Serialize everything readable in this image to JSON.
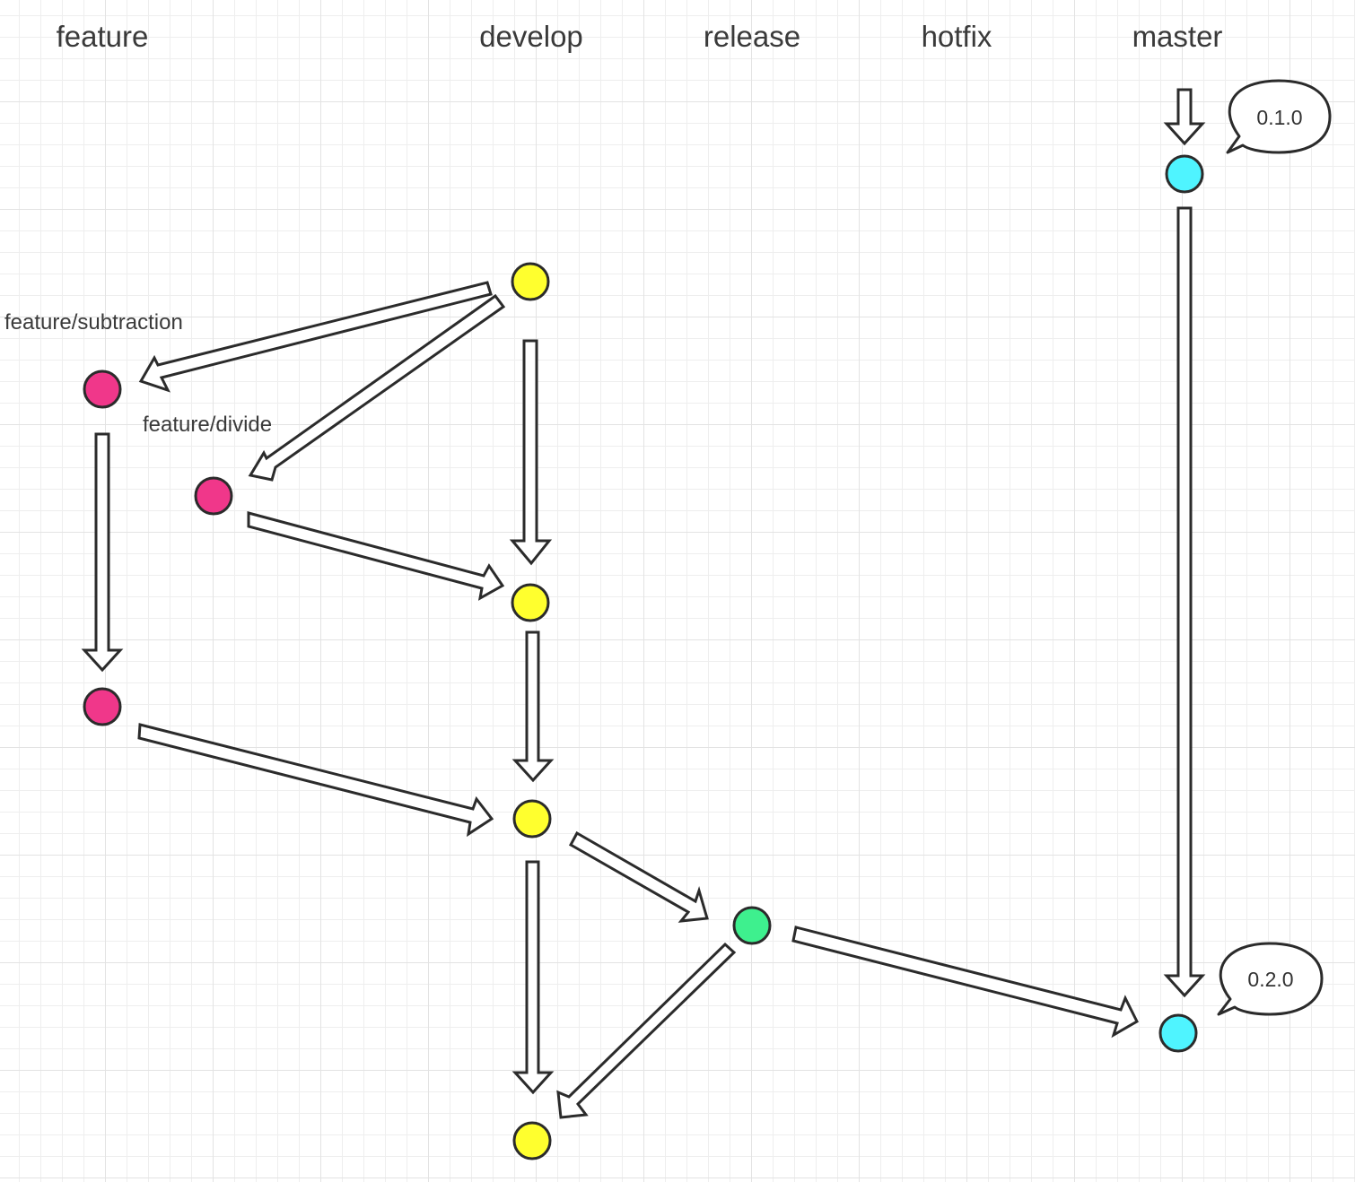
{
  "lanes": {
    "feature": "feature",
    "develop": "develop",
    "release": "release",
    "hotfix": "hotfix",
    "master": "master"
  },
  "branch_labels": {
    "feature_subtraction": "feature/subtraction",
    "feature_divide": "feature/divide"
  },
  "tags": {
    "v010": "0.1.0",
    "v020": "0.2.0"
  },
  "colors": {
    "feature": "#f0378a",
    "develop": "#ffff2e",
    "release": "#3ef08e",
    "master": "#4ff4ff",
    "outline": "#2b2b2b"
  }
}
